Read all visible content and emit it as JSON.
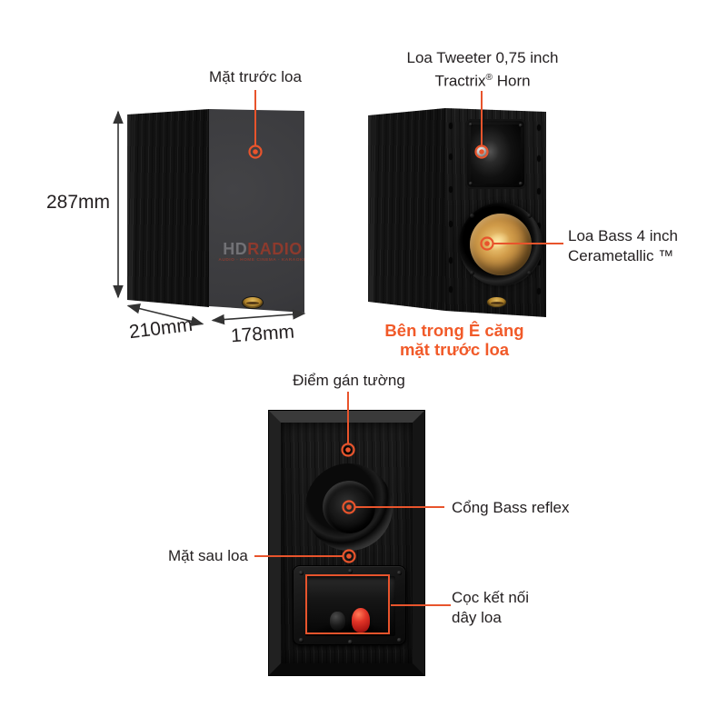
{
  "colors": {
    "accent_line": "#e8542c",
    "orange_text": "#f15a29",
    "label_text": "#231f20",
    "dimension_arrow": "#333333",
    "bass_cone": "#d09b49",
    "red_terminal": "#e23427"
  },
  "watermark": {
    "hd": "HD",
    "radio": "RADIO",
    "tagline": "AUDIO - HOME CINEMA - KARAOKE"
  },
  "dimensions": {
    "height": "287mm",
    "depth": "210mm",
    "width": "178mm"
  },
  "callouts": {
    "front_face": "Mặt trước loa",
    "tweeter_line1": "Loa Tweeter 0,75 inch",
    "tweeter_line2_name": "Tractrix",
    "tweeter_line2_reg": "®",
    "tweeter_line2_rest": " Horn",
    "bass_line1": "Loa Bass 4 inch",
    "bass_line2_name": "Cerametallic",
    "bass_line2_tm": " ™",
    "inside_line1": "Bên trong Ê căng",
    "inside_line2": "mặt trước loa",
    "wall_mount": "Điểm gán tường",
    "bass_reflex": "Cổng Bass reflex",
    "rear_face": "Mặt sau loa",
    "terminal_line1": "Cọc kết nối",
    "terminal_line2": "dây loa"
  }
}
